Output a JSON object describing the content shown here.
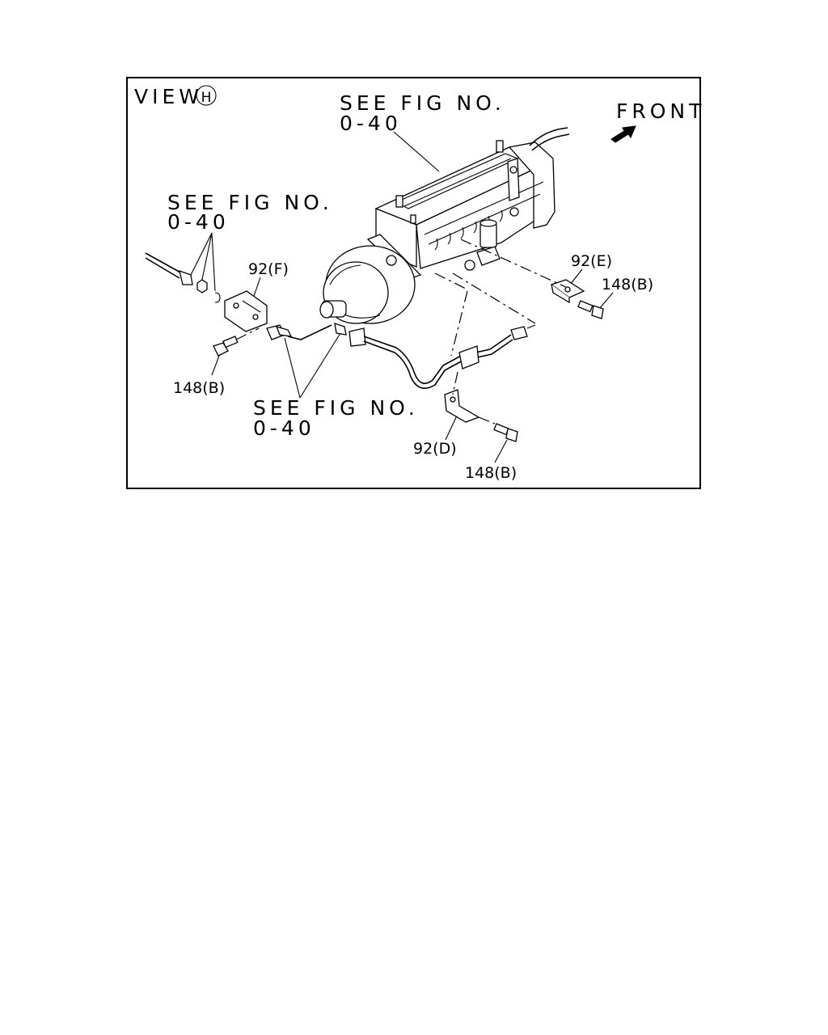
{
  "view": {
    "label": "VIEW",
    "marker": "H"
  },
  "front": {
    "label": "FRONT"
  },
  "callouts": {
    "see_fig_top": {
      "line1": "SEE FIG NO.",
      "line2": "0-40"
    },
    "see_fig_left": {
      "line1": "SEE FIG NO.",
      "line2": "0-40"
    },
    "see_fig_bottom": {
      "line1": "SEE FIG NO.",
      "line2": "0-40"
    }
  },
  "parts": {
    "bracket_f": "92(F)",
    "bracket_e": "92(E)",
    "bracket_d": "92(D)",
    "bolt_left": "148(B)",
    "bolt_right": "148(B)",
    "bolt_bottom": "148(B)"
  }
}
